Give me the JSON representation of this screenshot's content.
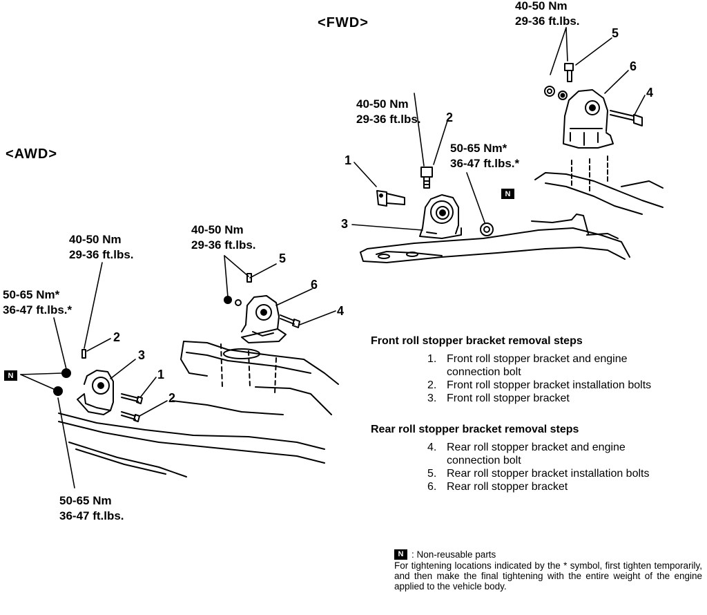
{
  "figure_title_awd": "<AWD>",
  "figure_title_fwd": "<FWD>",
  "fwd": {
    "torque_top": [
      "40-50 Nm",
      "29-36 ft.lbs."
    ],
    "torque_bolt2": [
      "40-50 Nm",
      "29-36 ft.lbs."
    ],
    "torque_nut": [
      "50-65 Nm*",
      "36-47 ft.lbs.*"
    ],
    "callouts": [
      "1",
      "2",
      "3",
      "4",
      "5",
      "6"
    ]
  },
  "awd": {
    "torque_bolt5": [
      "40-50 Nm",
      "29-36 ft.lbs."
    ],
    "torque_bolt2": [
      "40-50 Nm",
      "29-36 ft.lbs."
    ],
    "torque_nut": [
      "50-65 Nm*",
      "36-47 ft.lbs.*"
    ],
    "torque_bottom": [
      "50-65 Nm",
      "36-47 ft.lbs."
    ],
    "callouts": [
      "1",
      "2",
      "2",
      "3",
      "4",
      "5",
      "6"
    ]
  },
  "n_symbol": "N",
  "front_steps": {
    "heading": "Front roll stopper bracket removal steps",
    "items": [
      {
        "num": "1.",
        "line1": "Front roll stopper bracket and engine",
        "line2": "connection bolt"
      },
      {
        "num": "2.",
        "line1": "Front roll stopper bracket installation bolts",
        "line2": ""
      },
      {
        "num": "3.",
        "line1": "Front roll stopper bracket",
        "line2": ""
      }
    ]
  },
  "rear_steps": {
    "heading": "Rear roll stopper bracket removal steps",
    "items": [
      {
        "num": "4.",
        "line1": "Rear roll stopper bracket and engine",
        "line2": "connection bolt"
      },
      {
        "num": "5.",
        "line1": "Rear roll stopper bracket installation bolts",
        "line2": ""
      },
      {
        "num": "6.",
        "line1": "Rear roll stopper bracket",
        "line2": ""
      }
    ]
  },
  "note": {
    "legend": ": Non-reusable parts",
    "text": "For tightening locations indicated by the * symbol, first tighten temporarily, and then make the final tightening with the entire weight of the engine applied to the vehicle body."
  }
}
